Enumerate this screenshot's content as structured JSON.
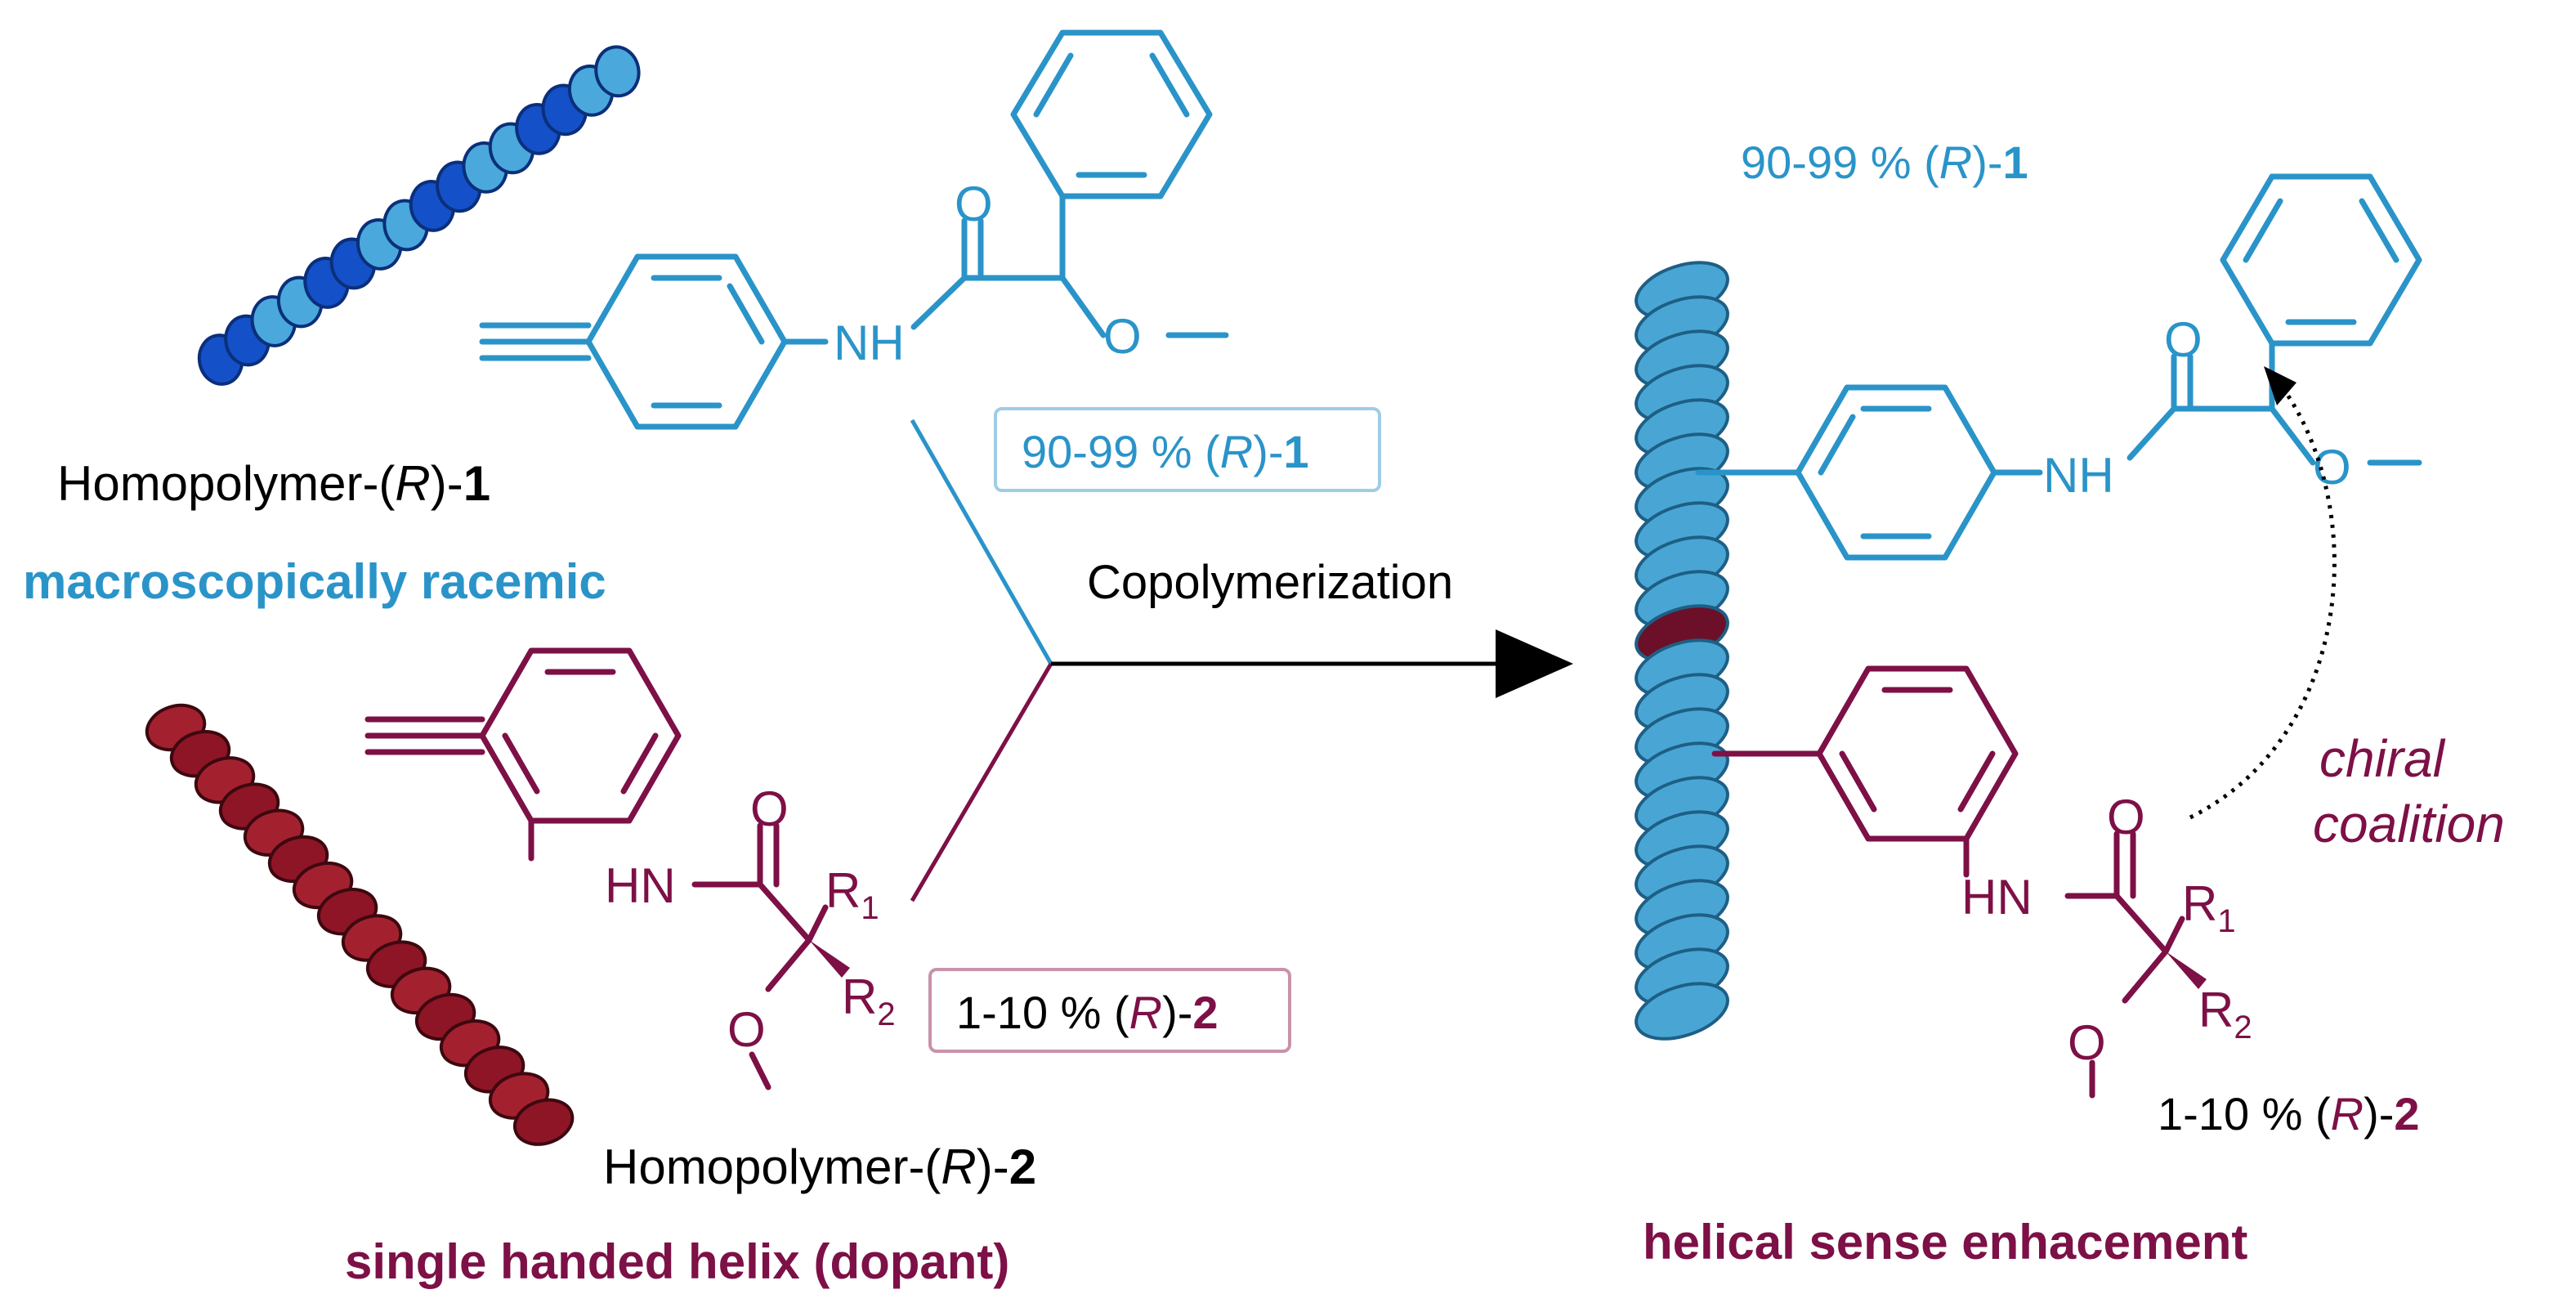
{
  "colors": {
    "blue": "#2a94c9",
    "blue_light": "#4aaee0",
    "blue_dark": "#0b3ea8",
    "maroon": "#7d1046",
    "maroon_dark": "#5a0f1c",
    "black": "#000000",
    "blue_box": "#9fcde6",
    "maroon_box": "#c992aa"
  },
  "left": {
    "homopolymer1": {
      "prefix": "Homopolymer-(",
      "R": "R",
      "suffix": ")-",
      "num": "1"
    },
    "racemic": "macroscopically racemic",
    "homopolymer2": {
      "prefix": "Homopolymer-(",
      "R": "R",
      "suffix": ")-",
      "num": "2"
    },
    "dopant": "single handed helix (dopant)"
  },
  "monomer1": {
    "O": "O",
    "NH": "NH",
    "O_ether": "O",
    "box": {
      "pct": "90-99 % (",
      "R": "R",
      "close": ")-",
      "num": "1"
    }
  },
  "monomer2": {
    "O": "O",
    "HN": "HN",
    "O_ether": "O",
    "R1": "R",
    "R1_sub": "1",
    "R2": "R",
    "R2_sub": "2",
    "box": {
      "pct": "1-10 % (",
      "R": "R",
      "close": ")-",
      "num": "2"
    }
  },
  "arrow": {
    "label": "Copolymerization"
  },
  "right": {
    "top_label": {
      "pct": "90-99 % (",
      "R": "R",
      "close": ")-",
      "num": "1"
    },
    "O_top": "O",
    "NH": "NH",
    "O_ether_top": "O",
    "O_bottom": "O",
    "HN": "HN",
    "O_ether_bottom": "O",
    "R1": "R",
    "R1_sub": "1",
    "R2": "R",
    "R2_sub": "2",
    "chiral": "chiral",
    "coalition": "coalition",
    "bottom_label": {
      "pct": "1-10 % (",
      "R": "R",
      "close": ")-",
      "num": "2"
    },
    "enhancement": "helical sense enhacement"
  }
}
